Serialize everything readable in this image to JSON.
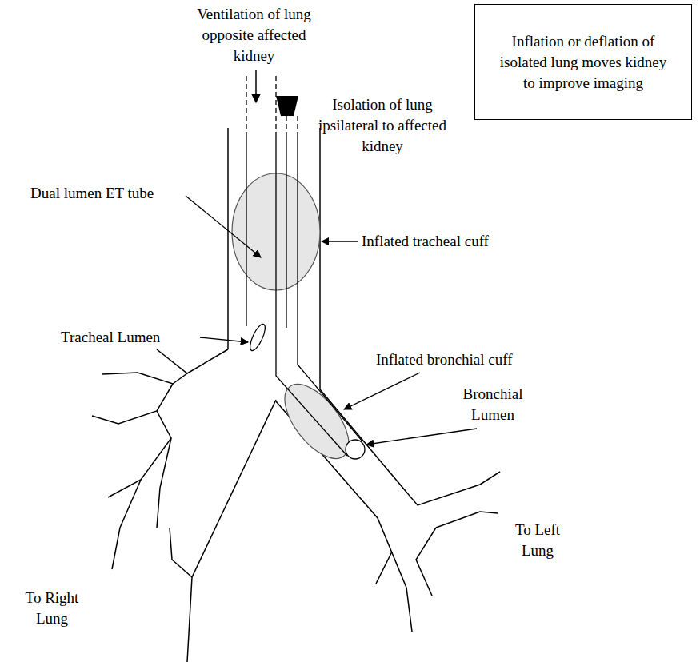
{
  "diagram": {
    "nodes": [
      {
        "text": [
          "Inflation or deflation of isolated lung moves kidney to improve imaging"
        ]
      }
    ],
    "labels": [
      "Ventilation of lung opposite affected kidney",
      "Isolation of lung ipsilateral to affected kidney",
      "Dual lumen ET tube",
      "Inflated tracheal cuff",
      "Tracheal Lumen",
      "Inflated bronchial cuff",
      "Bronchial Lumen",
      "To Right Lung",
      "To Left Lung"
    ]
  }
}
